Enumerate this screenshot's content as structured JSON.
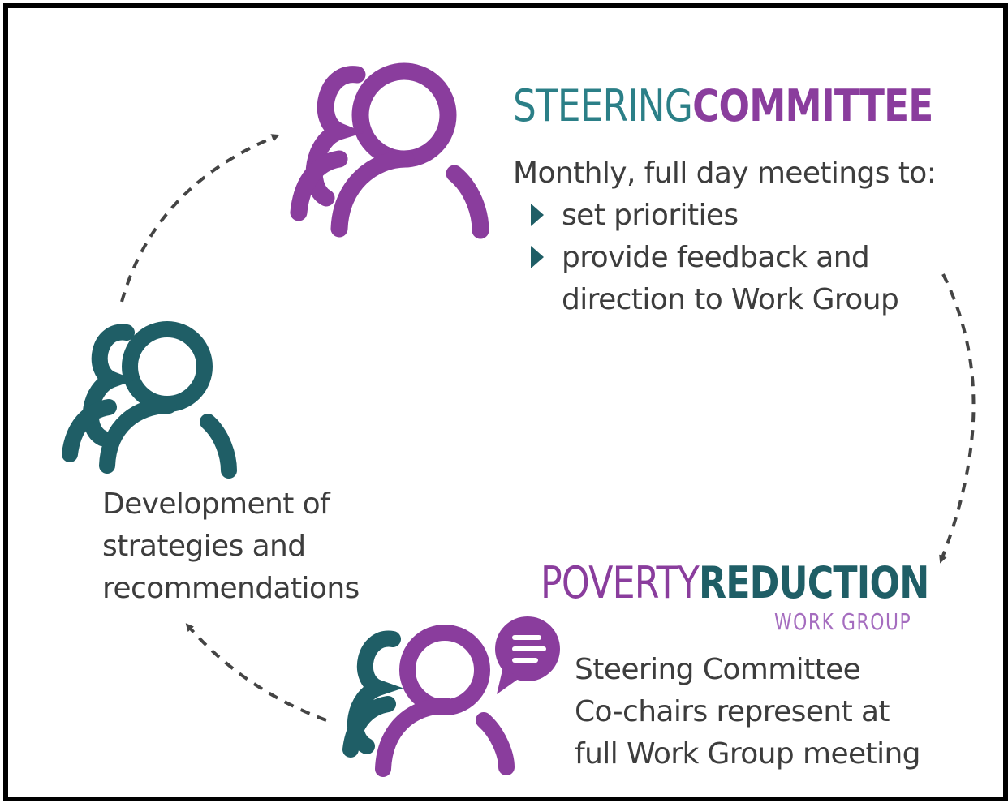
{
  "colors": {
    "purple": "#8a3d9d",
    "teal": "#1f5e66",
    "teal_light": "#2b7f87",
    "lavender": "#a56dbf",
    "text": "#3d3d3d",
    "arrow": "#444444",
    "border": "#000000"
  },
  "steering_committee": {
    "title_part1": "STEERING",
    "title_part2": "COMMITTEE",
    "intro": "Monthly, full day meetings to:",
    "bullets": [
      "set priorities",
      "provide feedback and",
      "direction to Work Group"
    ],
    "icon": "people-icon"
  },
  "work_group": {
    "title_part1": "POVERTY",
    "title_part2": "REDUCTION",
    "subtitle": "WORK GROUP",
    "lines": [
      "Steering Committee",
      "Co-chairs represent at",
      "full Work Group meeting"
    ],
    "icon": "people-with-speech-bubble-icon"
  },
  "development": {
    "lines": [
      "Development of",
      "strategies and",
      "recommendations"
    ],
    "icon": "people-icon"
  }
}
